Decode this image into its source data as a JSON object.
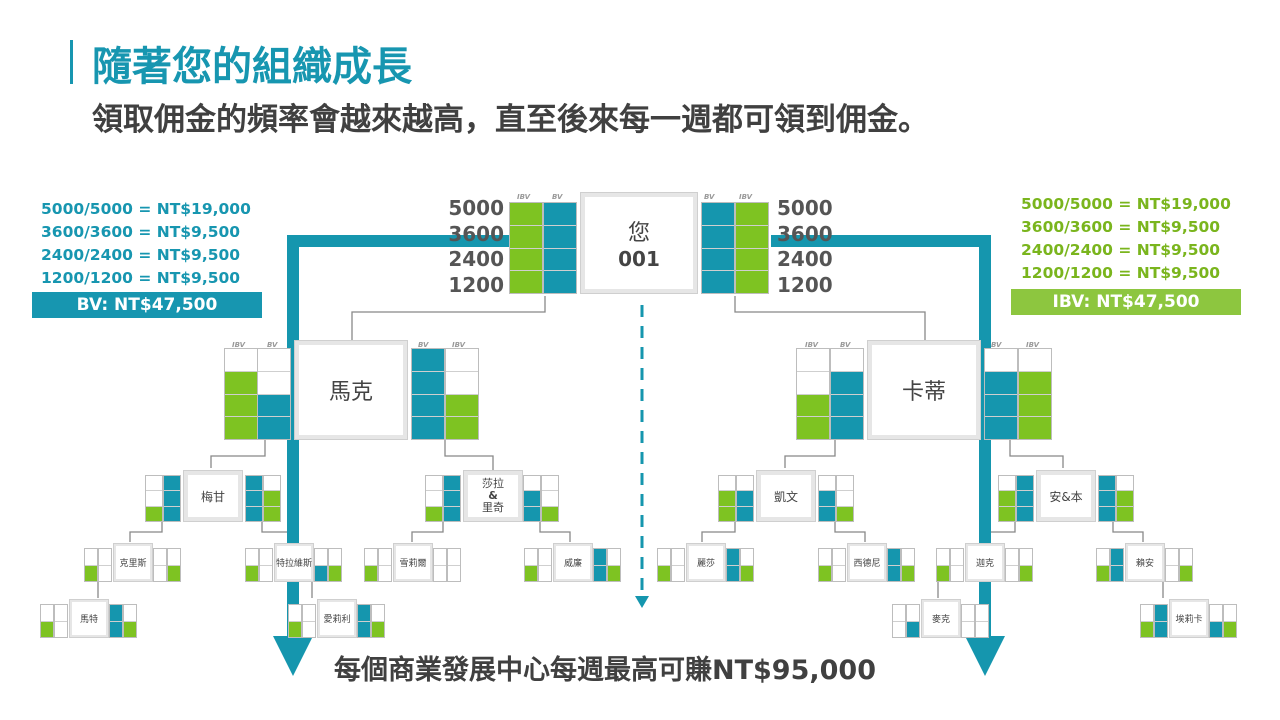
{
  "header": {
    "title": "隨著您的組織成長",
    "subtitle": "領取佣金的頻率會越來越高，直至後來每一週都可領到佣金。"
  },
  "legend_left": {
    "lines": [
      "5000/5000 = NT$19,000",
      "3600/3600 = NT$9,500",
      "2400/2400 = NT$9,500",
      "1200/1200 = NT$9,500"
    ],
    "total": "BV: NT$47,500",
    "color": "#1796b0"
  },
  "legend_right": {
    "lines": [
      "5000/5000 = NT$19,000",
      "3600/3600 = NT$9,500",
      "2400/2400 = NT$9,500",
      "1200/1200 = NT$9,500"
    ],
    "total": "IBV: NT$47,500",
    "color": "#8dc63f"
  },
  "levels": [
    "5000",
    "3600",
    "2400",
    "1200"
  ],
  "column_headers": {
    "ibv": "IBV",
    "bv": "BV"
  },
  "nodes": {
    "root": {
      "name": "您",
      "id": "001"
    },
    "mark": "馬克",
    "katie": "卡蒂",
    "megan": "梅甘",
    "sara_ricky": [
      "莎拉",
      "&",
      "里奇"
    ],
    "kevin": "凱文",
    "anne_ben": "安&本",
    "chris": "克里斯",
    "travis": "特拉維斯",
    "sherry": "雪莉爾",
    "william": "威廉",
    "lisa": "麗莎",
    "sydney": "西德尼",
    "jack": "迦克",
    "ryan": "賴安",
    "matt": "馬特",
    "alice": "愛莉利",
    "mike": "麥克",
    "erica": "埃莉卡"
  },
  "footer": "每個商業發展中心每週最高可賺NT$95,000",
  "colors": {
    "blue": "#1596ae",
    "green": "#7ec322",
    "text": "#404040"
  }
}
